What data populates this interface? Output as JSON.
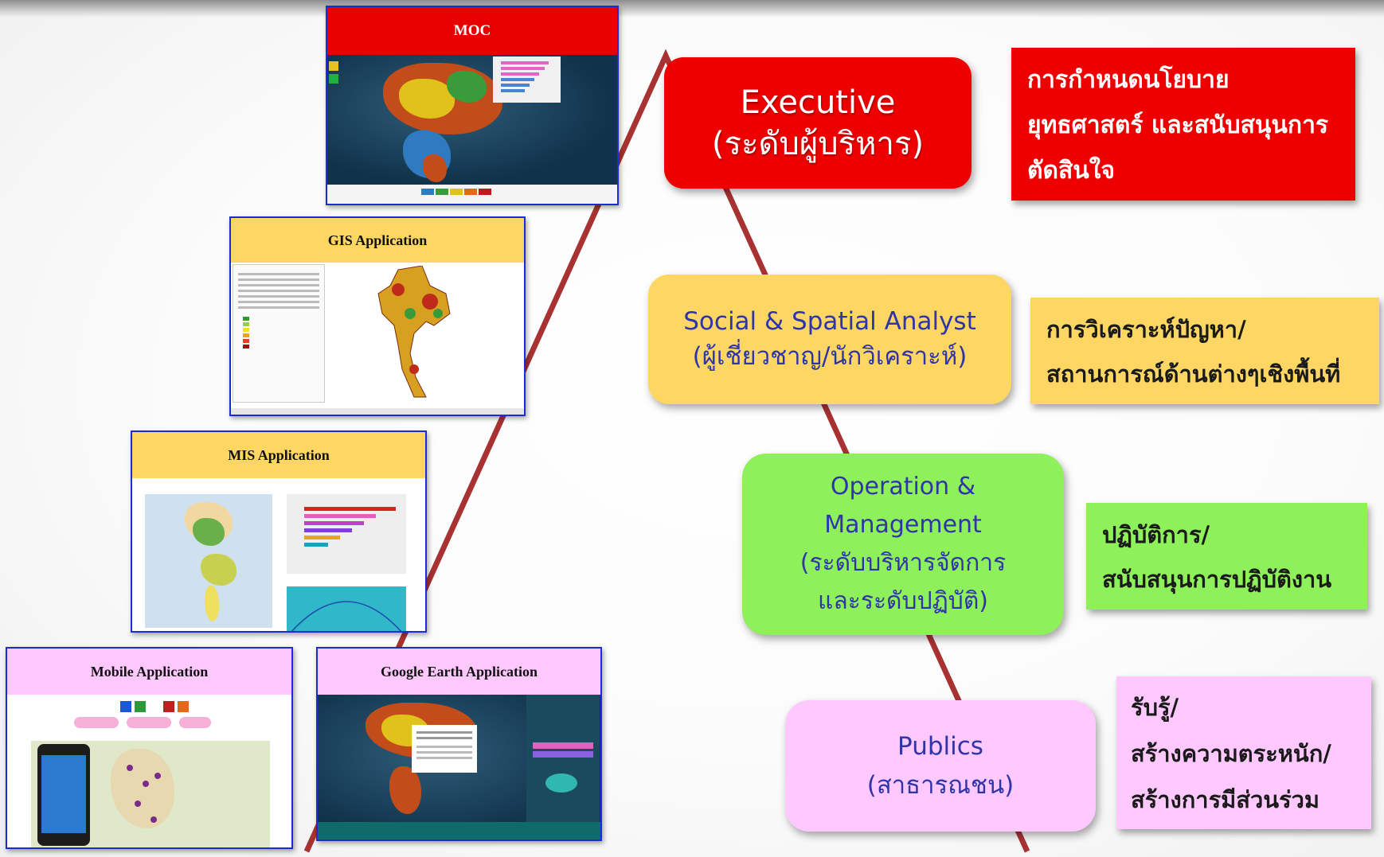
{
  "screens": {
    "moc": {
      "title": "MOC"
    },
    "gis": {
      "title": "GIS Application"
    },
    "mis": {
      "title": "MIS Application"
    },
    "mobile": {
      "title": "Mobile Application"
    },
    "google_earth": {
      "title": "Google Earth Application"
    }
  },
  "levels": {
    "executive": {
      "title": "Executive",
      "subtitle": "(ระดับผู้บริหาร)",
      "description": [
        "การกำหนดนโยบาย",
        "ยุทธศาสตร์ และสนับสนุนการ",
        "ตัดสินใจ"
      ]
    },
    "analyst": {
      "title": "Social & Spatial Analyst",
      "subtitle": "(ผู้เชี่ยวชาญ/นักวิเคราะห์)",
      "description": [
        "การวิเคราะห์ปัญหา/",
        "สถานการณ์ด้านต่างๆเชิงพื้นที่"
      ]
    },
    "operation": {
      "title_lines": [
        "Operation &",
        "Management"
      ],
      "subtitle_lines": [
        "(ระดับบริหารจัดการ",
        "และระดับปฏิบัติ)"
      ],
      "description": [
        "ปฏิบัติการ/",
        "สนับสนุนการปฏิบัติงาน"
      ]
    },
    "publics": {
      "title": "Publics",
      "subtitle": "(สาธารณชน)",
      "description": [
        "รับรู้/",
        "สร้างความตระหนัก/",
        "สร้างการมีส่วนร่วม"
      ]
    }
  },
  "colors": {
    "executive": "#ee0000",
    "analyst": "#fdd663",
    "operation": "#8ef05a",
    "publics": "#ffc8ff",
    "triangle": "#a83232",
    "screen_border": "#1c2bd6"
  }
}
